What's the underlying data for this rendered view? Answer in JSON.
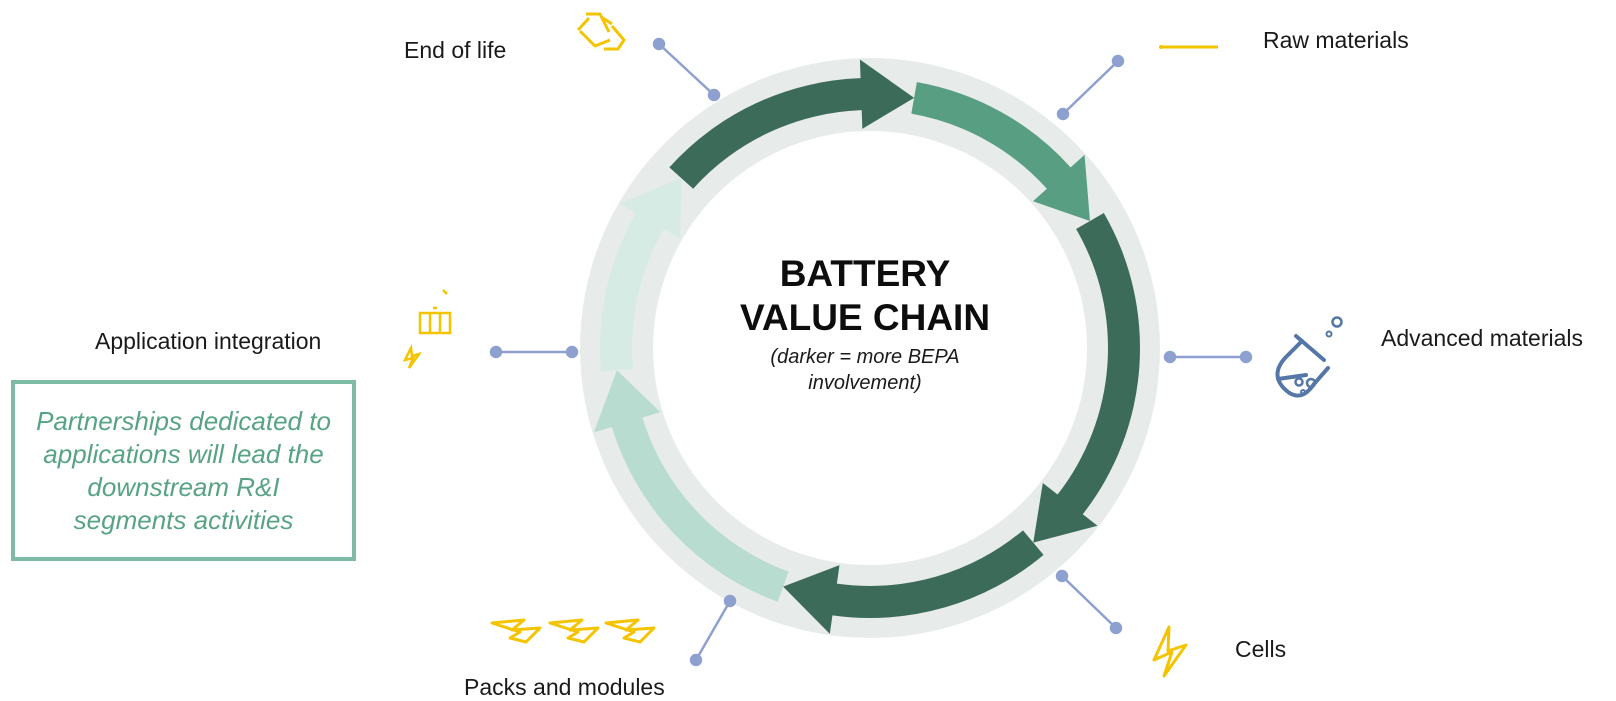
{
  "center": {
    "title_line1": "BATTERY",
    "title_line2": "VALUE CHAIN",
    "subtitle_line1": "(darker = more BEPA",
    "subtitle_line2": "involvement)"
  },
  "stages": {
    "raw_materials": "Raw materials",
    "advanced_materials": "Advanced materials",
    "cells": "Cells",
    "packs_modules": "Packs and modules",
    "application_integration": "Application integration",
    "end_of_life": "End of life"
  },
  "note": {
    "text": "Partnerships dedicated to applications will lead the downstream R&I segments activities"
  },
  "colors": {
    "dark_green": "#3d6b5a",
    "mid_green": "#579e82",
    "light_green": "#b9dcd0",
    "pale_green": "#d6ebe3",
    "ring_grey": "#e7ebe9",
    "connector_blue": "#8da0cf",
    "icon_yellow": "#f5c400",
    "flask_blue": "#5577a8",
    "note_border": "#7dbba4",
    "note_text": "#57a383"
  },
  "icons": [
    "recycle-icon",
    "mine-icon",
    "flask-icon",
    "lightning-icon",
    "battery-pack-icon",
    "device-icon"
  ]
}
